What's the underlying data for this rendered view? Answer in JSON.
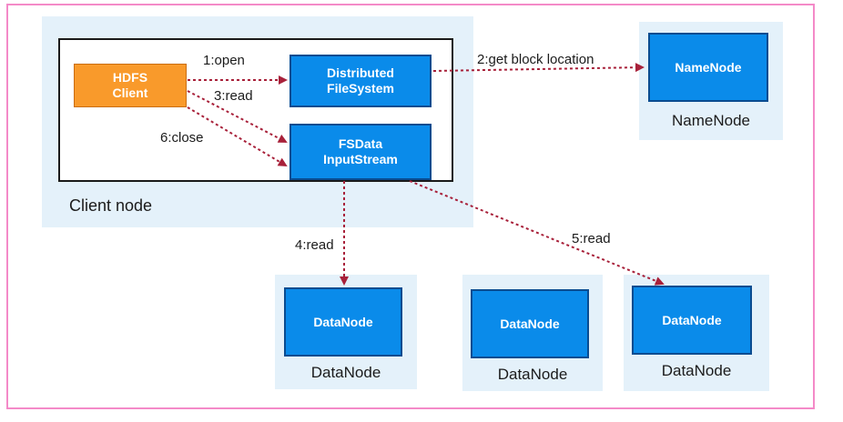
{
  "client_node": {
    "label": "Client node",
    "hdfs_client": "HDFS\nClient",
    "distributed_fs": "Distributed\nFileSystem",
    "fsdata_input": "FSData\nInputStream"
  },
  "namenode": {
    "box_label": "NameNode",
    "caption": "NameNode"
  },
  "datanodes": [
    {
      "box_label": "DataNode",
      "caption": "DataNode"
    },
    {
      "box_label": "DataNode",
      "caption": "DataNode"
    },
    {
      "box_label": "DataNode",
      "caption": "DataNode"
    }
  ],
  "edges": {
    "open": "1:open",
    "get_block_location": "2:get block location",
    "read3": "3:read",
    "read4": "4:read",
    "read5": "5:read",
    "close": "6:close"
  },
  "colors": {
    "frame": "#f48ac8",
    "panel": "#e4f1fa",
    "client_box": "#f99a2b",
    "node_box": "#0a8bea",
    "arrow": "#a8213a"
  }
}
